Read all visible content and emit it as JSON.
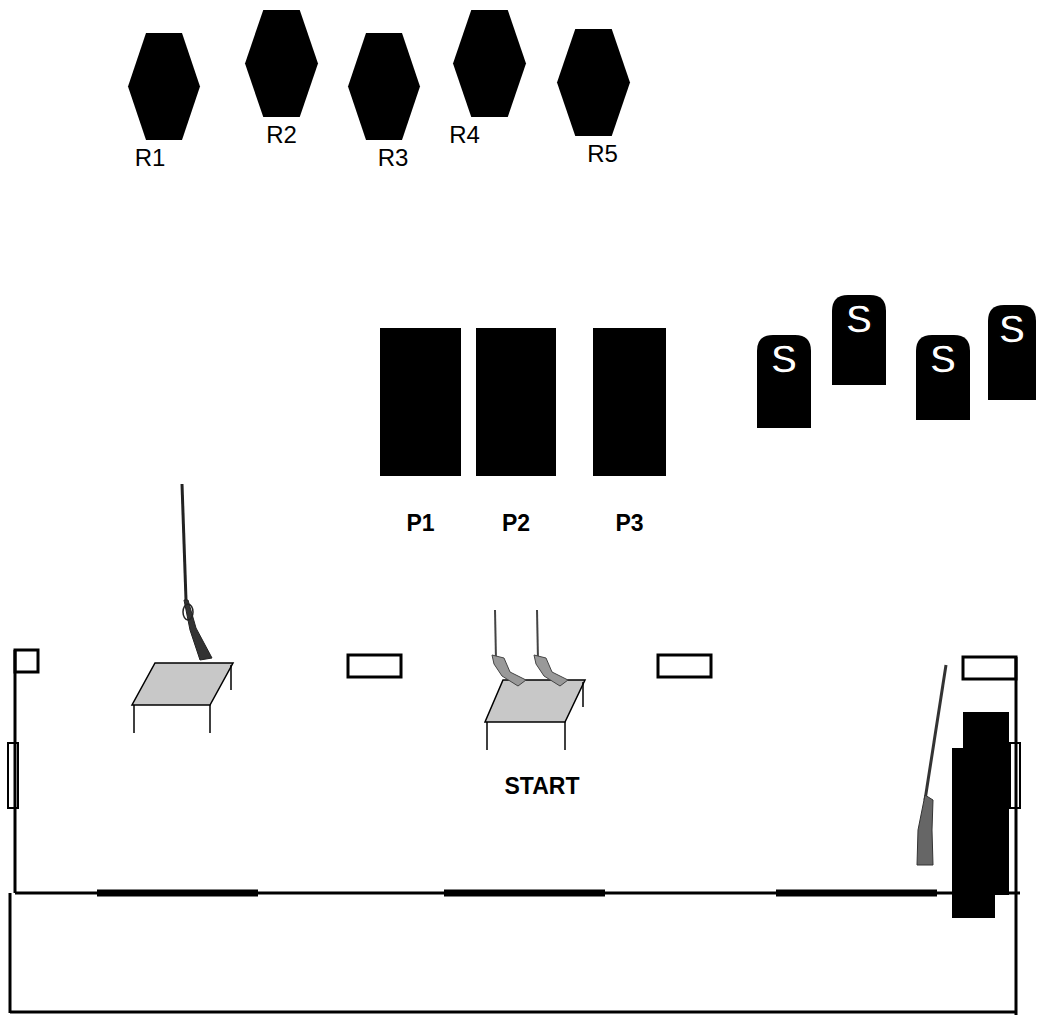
{
  "diagram": {
    "nodes": [
      {
        "text": [
          "R1"
        ]
      },
      {
        "text": [
          "R2"
        ]
      },
      {
        "text": [
          "R3"
        ]
      },
      {
        "text": [
          "R4"
        ]
      },
      {
        "text": [
          "R5"
        ]
      },
      {
        "text": [
          "P1"
        ]
      },
      {
        "text": [
          "P2"
        ]
      },
      {
        "text": [
          "P3"
        ]
      },
      {
        "text": [
          "S"
        ]
      },
      {
        "text": [
          "S"
        ]
      },
      {
        "text": [
          "S"
        ]
      },
      {
        "text": [
          "S"
        ]
      }
    ],
    "labels": [
      "START"
    ]
  }
}
